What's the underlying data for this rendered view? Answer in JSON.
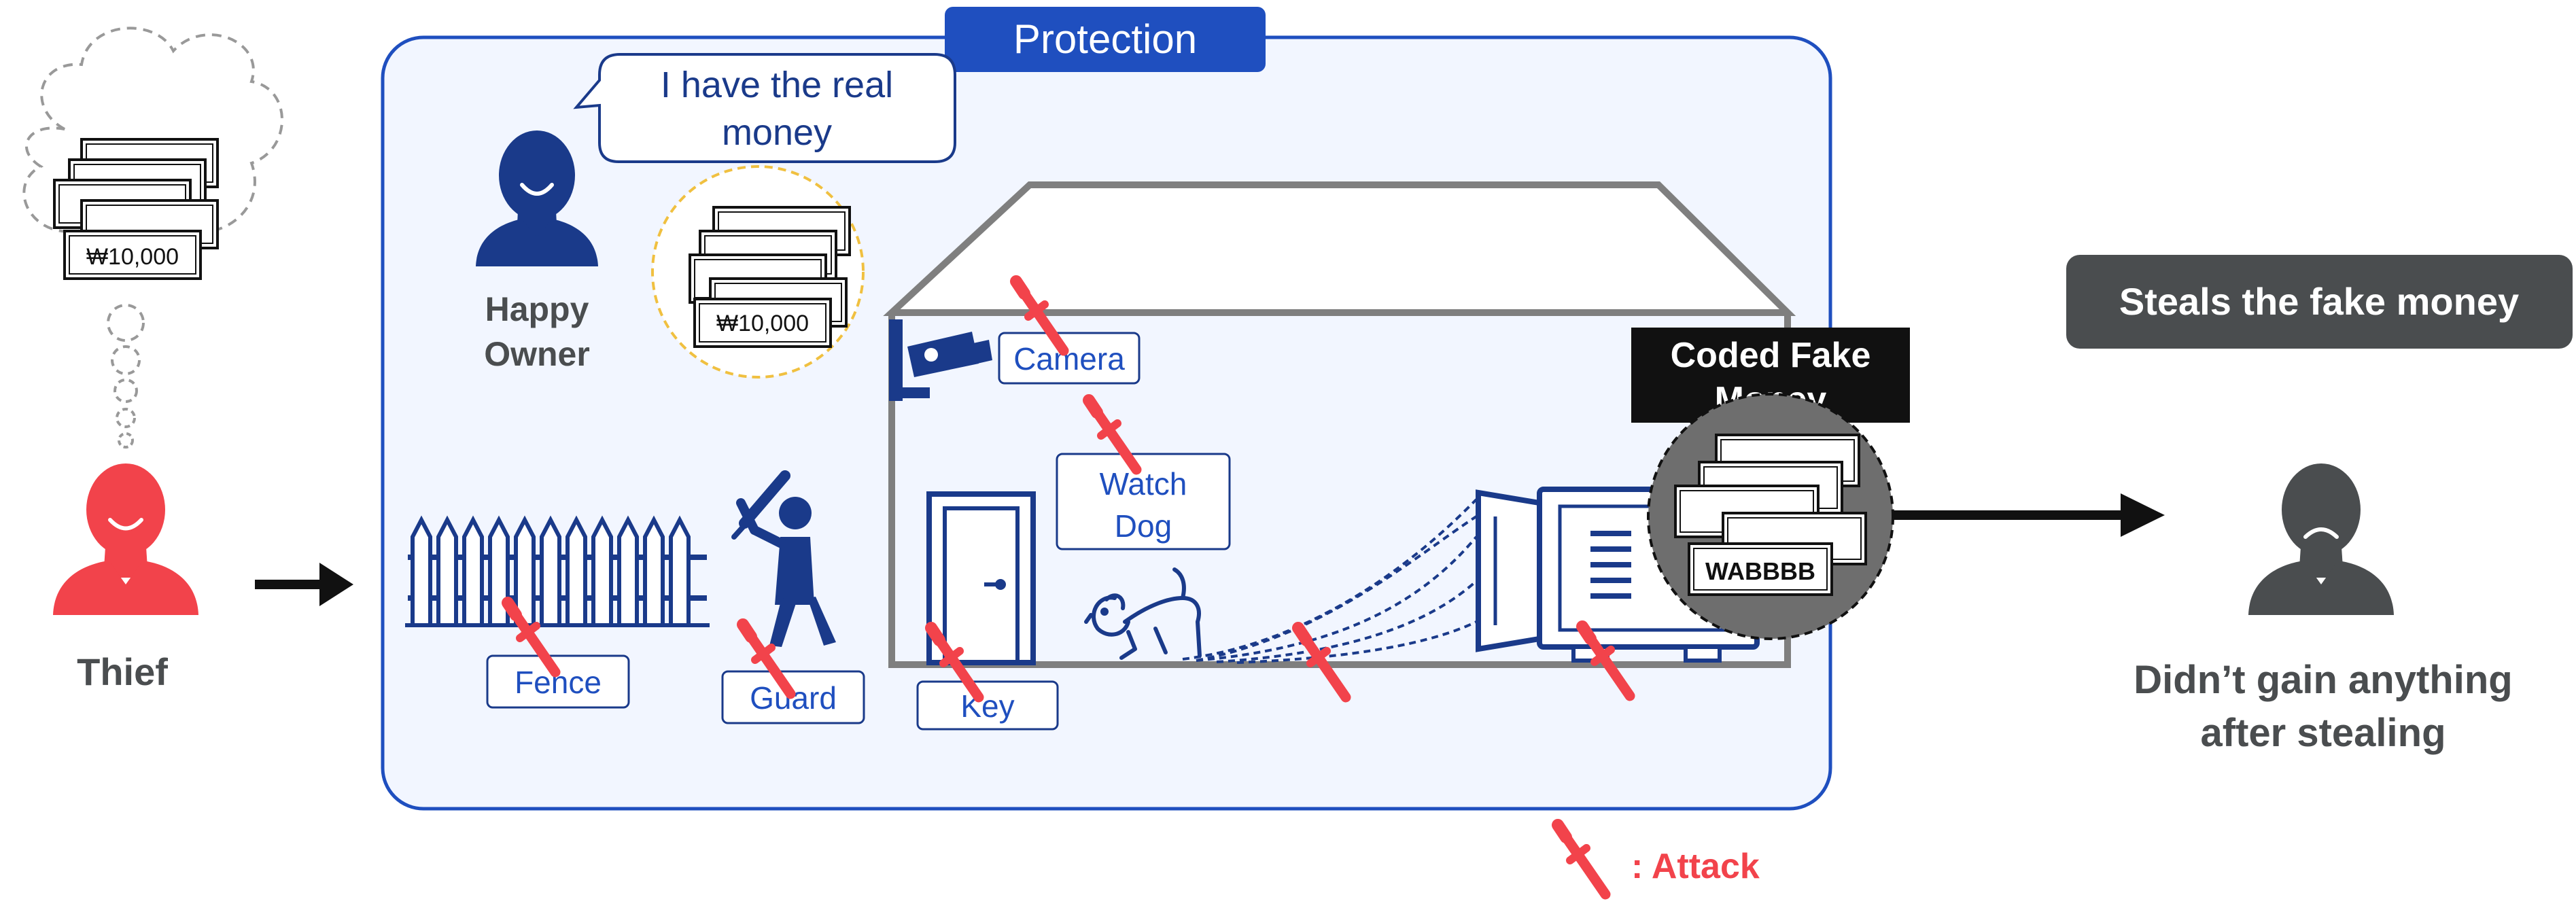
{
  "protection": {
    "title": "Protection"
  },
  "speech": {
    "line1": "I have the real",
    "line2": "money"
  },
  "owner": {
    "line1": "Happy",
    "line2": "Owner"
  },
  "thief": {
    "label": "Thief"
  },
  "real_note": {
    "value": "₩10,000"
  },
  "fake_note": {
    "value": "WABBBB"
  },
  "labels": {
    "camera": "Camera",
    "watch_dog_1": "Watch",
    "watch_dog_2": "Dog",
    "fence": "Fence",
    "guard": "Guard",
    "key": "Key"
  },
  "coded": {
    "line1": "Coded Fake",
    "line2": "Money"
  },
  "steals": {
    "label": "Steals the fake money"
  },
  "result": {
    "line1": "Didn’t gain anything",
    "line2": "after stealing"
  },
  "legend": {
    "label": ": Attack"
  },
  "colors": {
    "protection_blue": "#1f4fbf",
    "panel_fill": "#f2f6ff",
    "navy": "#1a3a8a",
    "thief_red": "#f2434b",
    "dark_gray": "#4a4d4f",
    "house_gray": "#7f7f7f",
    "attack_red": "#f2434b",
    "black": "#111111"
  }
}
